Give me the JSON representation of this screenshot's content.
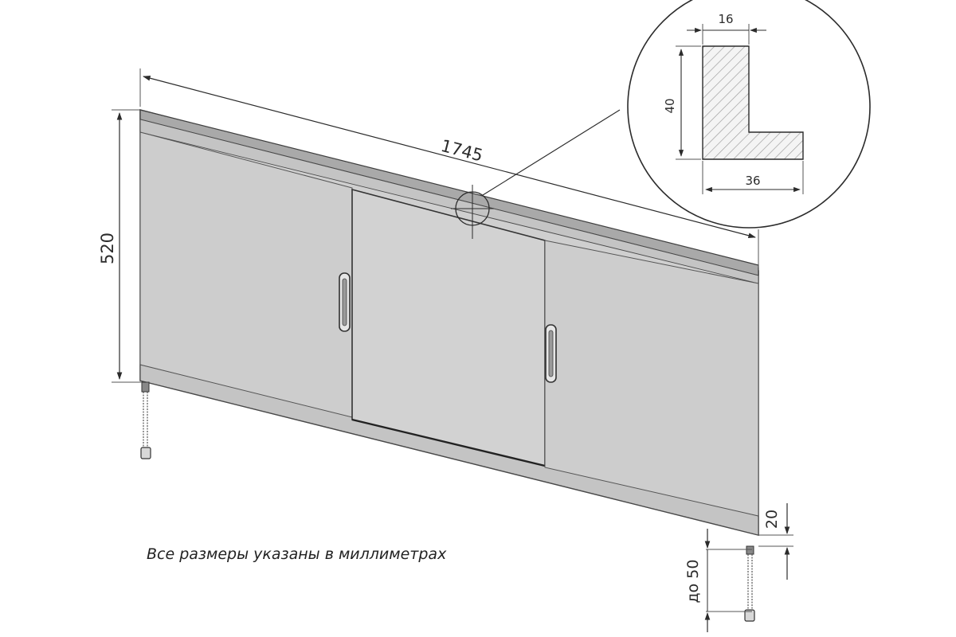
{
  "dimensions": {
    "length": "1745",
    "height": "520",
    "bottom_rail": "20",
    "leg_adjust": "до 50"
  },
  "profile": {
    "top_width": "16",
    "height": "40",
    "bottom_width": "36"
  },
  "caption": "Все размеры указаны в миллиметрах",
  "colors": {
    "panel": "#cdcdcd",
    "panel_edge": "#4a4a4a",
    "frame": "#c2c2c2",
    "line": "#3a3a3a"
  }
}
